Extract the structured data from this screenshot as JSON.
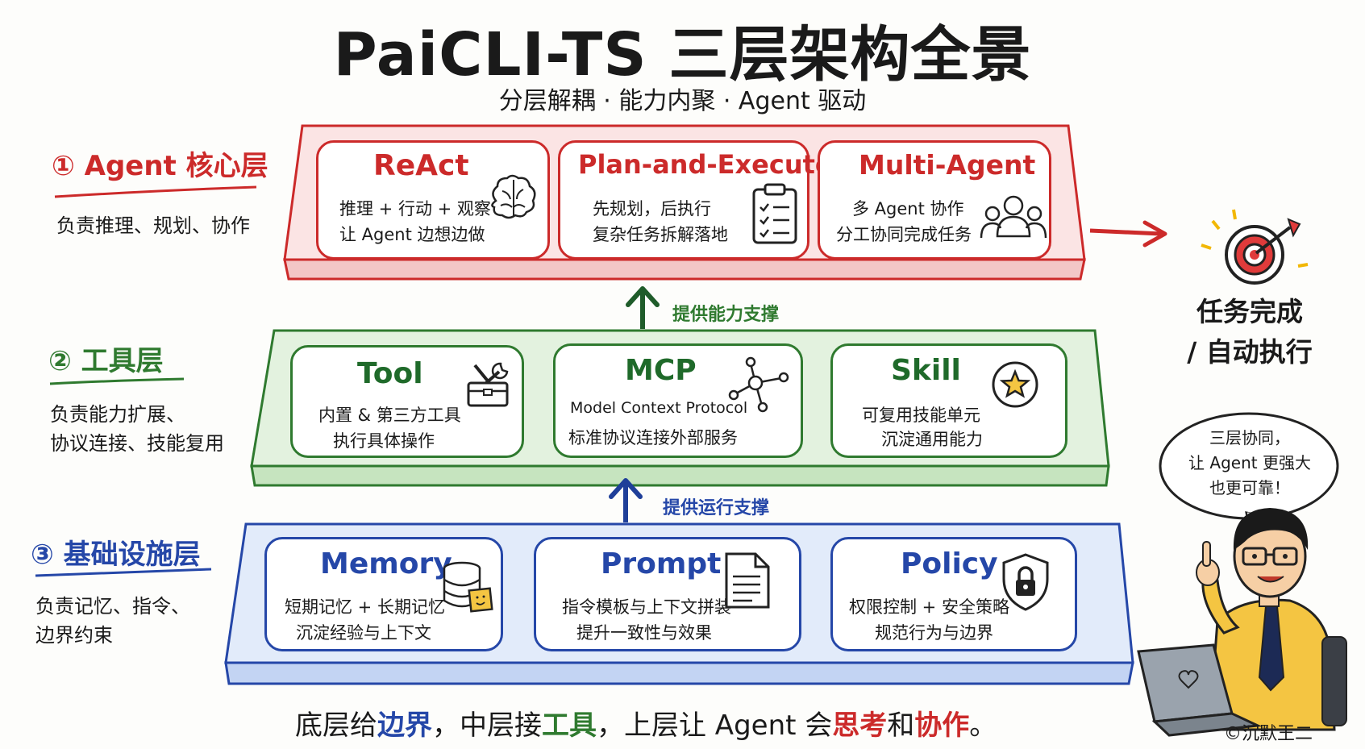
{
  "title": "PaiCLI-TS 三层架构全景",
  "subtitle": "分层解耦 · 能力内聚 · Agent 驱动",
  "colors": {
    "agent_layer": "#cc2a2a",
    "tool_layer": "#2f7a2f",
    "infra_layer": "#2547a8",
    "text": "#1a1a1a"
  },
  "layers": [
    {
      "label": "① Agent 核心层",
      "desc_lines": [
        "负责推理、规划、协作"
      ],
      "cards": [
        {
          "title": "ReAct",
          "lines": [
            "推理 + 行动 + 观察",
            "让 Agent 边想边做"
          ],
          "icon": "brain-icon"
        },
        {
          "title": "Plan-and-Execute",
          "lines": [
            "先规划，后执行",
            "复杂任务拆解落地"
          ],
          "icon": "clipboard-checklist-icon"
        },
        {
          "title": "Multi-Agent",
          "lines": [
            "多 Agent 协作",
            "分工协同完成任务"
          ],
          "icon": "people-group-icon"
        }
      ]
    },
    {
      "label": "② 工具层",
      "desc_lines": [
        "负责能力扩展、",
        "协议连接、技能复用"
      ],
      "cards": [
        {
          "title": "Tool",
          "lines": [
            "内置 & 第三方工具",
            "执行具体操作"
          ],
          "icon": "toolbox-icon"
        },
        {
          "title": "MCP",
          "lines": [
            "Model Context Protocol",
            "标准协议连接外部服务"
          ],
          "icon": "network-nodes-icon"
        },
        {
          "title": "Skill",
          "lines": [
            "可复用技能单元",
            "沉淀通用能力"
          ],
          "icon": "star-badge-icon"
        }
      ]
    },
    {
      "label": "③ 基础设施层",
      "desc_lines": [
        "负责记忆、指令、",
        "边界约束"
      ],
      "cards": [
        {
          "title": "Memory",
          "lines": [
            "短期记忆 + 长期记忆",
            "沉淀经验与上下文"
          ],
          "icon": "database-note-icon"
        },
        {
          "title": "Prompt",
          "lines": [
            "指令模板与上下文拼装",
            "提升一致性与效果"
          ],
          "icon": "document-icon"
        },
        {
          "title": "Policy",
          "lines": [
            "权限控制 + 安全策略",
            "规范行为与边界"
          ],
          "icon": "shield-lock-icon"
        }
      ]
    }
  ],
  "arrows": {
    "upper": "提供能力支撑",
    "lower": "提供运行支撑"
  },
  "goal": {
    "lines": [
      "任务完成",
      "/ 自动执行"
    ],
    "icon": "target-arrow-icon"
  },
  "speech_bubble": {
    "lines": [
      "三层协同，",
      "让 Agent 更强大",
      "也更可靠！"
    ]
  },
  "bottom_slogan": {
    "segments": [
      {
        "text": "底层给",
        "color": "#1a1a1a"
      },
      {
        "text": "边界",
        "color": "#2547a8"
      },
      {
        "text": "，中层接",
        "color": "#1a1a1a"
      },
      {
        "text": "工具",
        "color": "#2f7a2f"
      },
      {
        "text": "，上层让 Agent 会",
        "color": "#1a1a1a"
      },
      {
        "text": "思考",
        "color": "#cc2a2a"
      },
      {
        "text": "和",
        "color": "#1a1a1a"
      },
      {
        "text": "协作",
        "color": "#cc2a2a"
      },
      {
        "text": "。",
        "color": "#1a1a1a"
      }
    ]
  },
  "copyright": "©沉默王二"
}
